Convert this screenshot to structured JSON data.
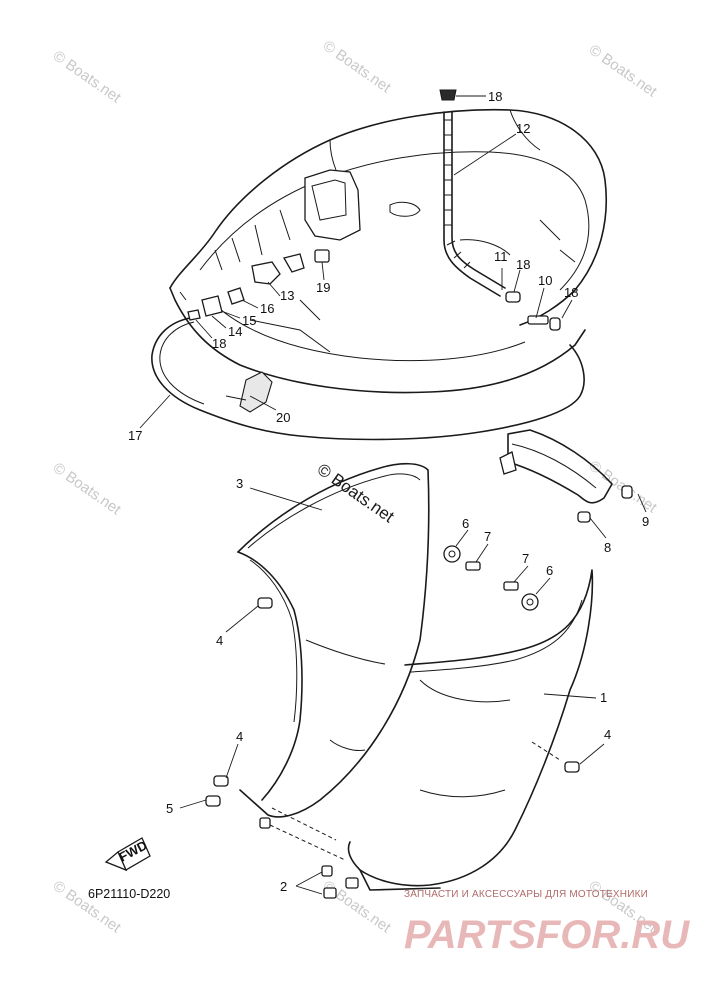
{
  "watermarks": {
    "text": "© Boats.net",
    "featured_text": "© Boats.net"
  },
  "fwd_badge": "FWD",
  "diagram_code": "6P21110-D220",
  "brand": {
    "tagline": "ЗАПЧАСТИ И АКСЕССУАРЫ ДЛЯ МОТОТЕХНИКИ",
    "logo_text": "PARTSFOR.RU",
    "logo_color": "#e8b8b8"
  },
  "callouts": [
    {
      "id": "18a",
      "number": "18"
    },
    {
      "id": "12",
      "number": "12"
    },
    {
      "id": "11",
      "number": "11"
    },
    {
      "id": "18b",
      "number": "18"
    },
    {
      "id": "10",
      "number": "10"
    },
    {
      "id": "18c",
      "number": "18"
    },
    {
      "id": "13",
      "number": "13"
    },
    {
      "id": "19",
      "number": "19"
    },
    {
      "id": "16",
      "number": "16"
    },
    {
      "id": "15",
      "number": "15"
    },
    {
      "id": "14",
      "number": "14"
    },
    {
      "id": "18d",
      "number": "18"
    },
    {
      "id": "17",
      "number": "17"
    },
    {
      "id": "20",
      "number": "20"
    },
    {
      "id": "3",
      "number": "3"
    },
    {
      "id": "6a",
      "number": "6"
    },
    {
      "id": "7a",
      "number": "7"
    },
    {
      "id": "7b",
      "number": "7"
    },
    {
      "id": "6b",
      "number": "6"
    },
    {
      "id": "9",
      "number": "9"
    },
    {
      "id": "8",
      "number": "8"
    },
    {
      "id": "4a",
      "number": "4"
    },
    {
      "id": "1",
      "number": "1"
    },
    {
      "id": "4b",
      "number": "4"
    },
    {
      "id": "4c",
      "number": "4"
    },
    {
      "id": "5",
      "number": "5"
    },
    {
      "id": "2",
      "number": "2"
    }
  ]
}
